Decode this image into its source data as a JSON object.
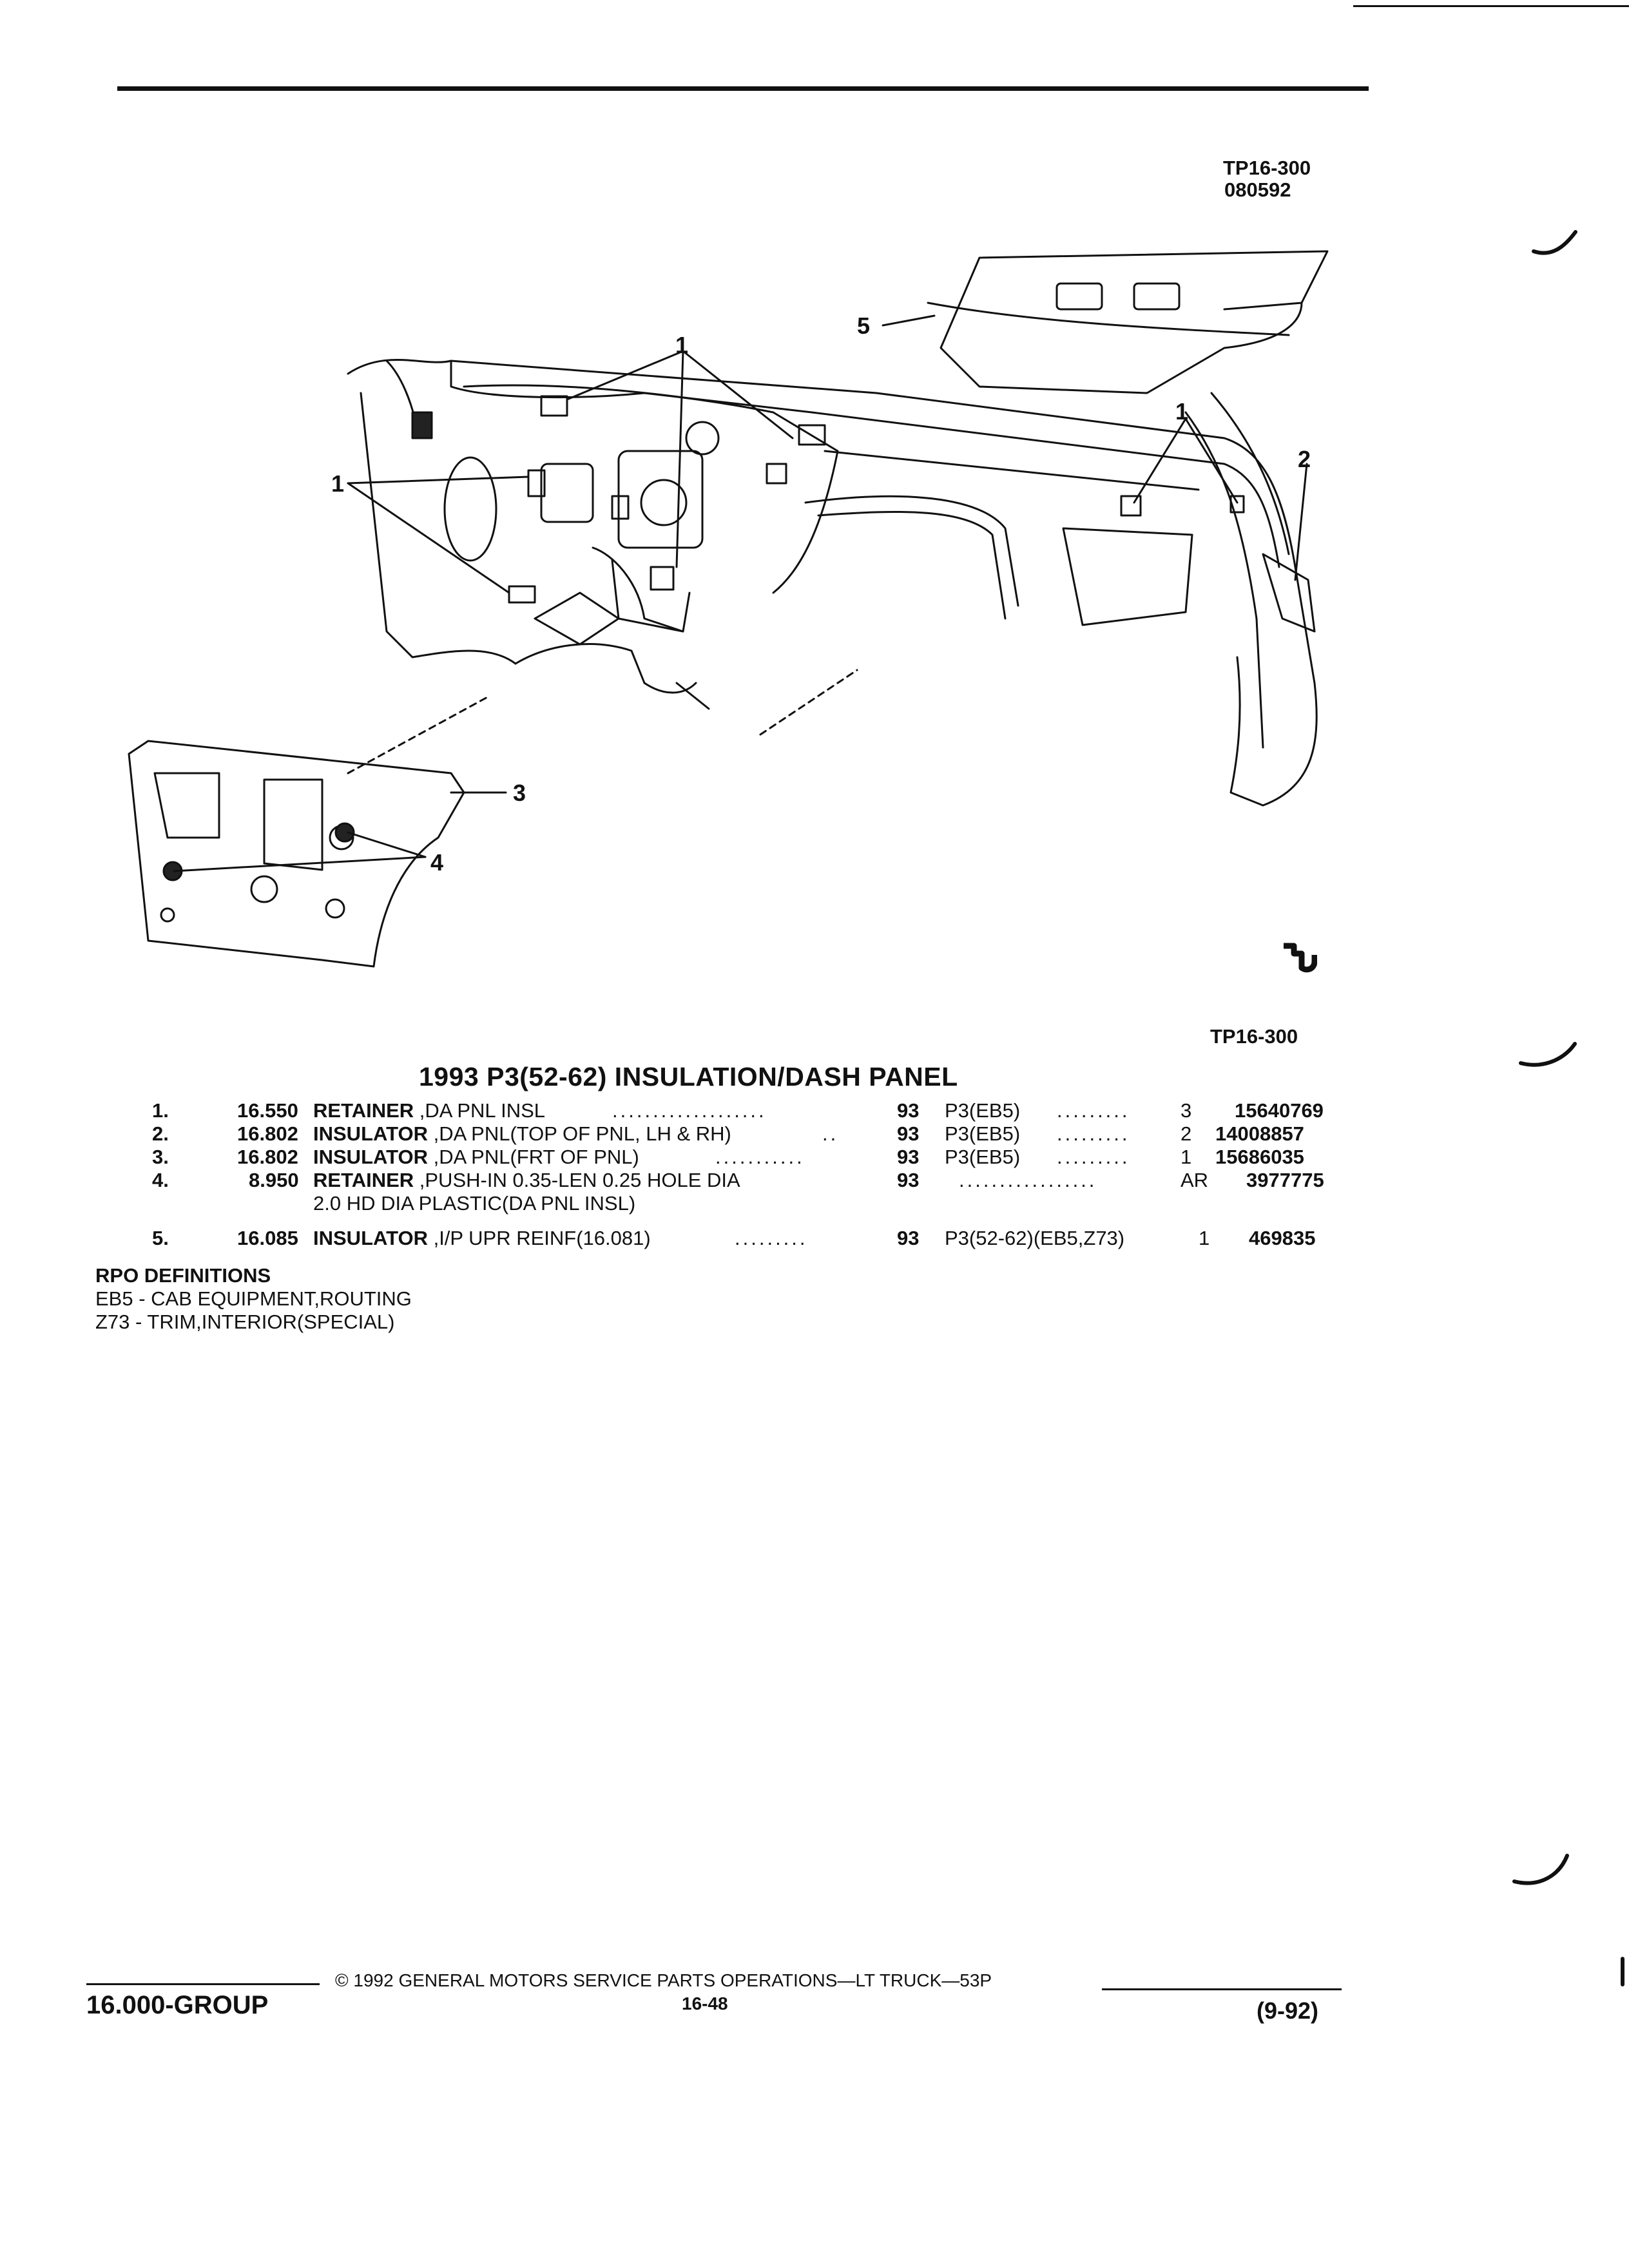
{
  "header": {
    "plate_id": "TP16-300",
    "plate_date": "080592"
  },
  "illustration": {
    "callouts": [
      "1",
      "1",
      "1",
      "2",
      "3",
      "4",
      "5"
    ],
    "plate_id_bottom": "TP16-300",
    "logo": "GM Service Parts Operations mark"
  },
  "section_title": "1993 P3(52-62) INSULATION/DASH PANEL",
  "parts": [
    {
      "index": "1.",
      "group": "16.550",
      "name": "RETAINER",
      "desc": " ,DA PNL INSL",
      "leader": "...................",
      "year": "93",
      "model": "P3(EB5)",
      "dots": ".........",
      "qty": "3",
      "part_no": "15640769"
    },
    {
      "index": "2.",
      "group": "16.802",
      "name": "INSULATOR",
      "desc": " ,DA PNL(TOP OF PNL, LH & RH)",
      "leader": "..",
      "year": "93",
      "model": "P3(EB5)",
      "dots": ".........",
      "qty": "2",
      "part_no": "14008857"
    },
    {
      "index": "3.",
      "group": "16.802",
      "name": "INSULATOR",
      "desc": " ,DA PNL(FRT OF PNL)",
      "leader": "...........",
      "year": "93",
      "model": "P3(EB5)",
      "dots": ".........",
      "qty": "1",
      "part_no": "15686035"
    },
    {
      "index": "4.",
      "group": "8.950",
      "name": "RETAINER",
      "desc": " ,PUSH-IN 0.35-LEN 0.25 HOLE DIA",
      "desc2": "2.0 HD DIA PLASTIC(DA PNL INSL)",
      "leader": "",
      "year": "93",
      "model": "",
      "dots": ".................",
      "qty": "AR",
      "part_no": "3977775"
    },
    {
      "index": "5.",
      "group": "16.085",
      "name": "INSULATOR",
      "desc": " ,I/P UPR REINF(16.081)",
      "leader": ".........",
      "year": "93",
      "model": "P3(52-62)(EB5,Z73)",
      "dots": "",
      "qty": "1",
      "part_no": "469835"
    }
  ],
  "rpo": {
    "heading": "RPO DEFINITIONS",
    "items": [
      "EB5 - CAB EQUIPMENT,ROUTING",
      "Z73 - TRIM,INTERIOR(SPECIAL)"
    ]
  },
  "footer": {
    "group": "16.000-GROUP",
    "copyright": "©  1992  GENERAL MOTORS SERVICE PARTS OPERATIONS—LT TRUCK—53P",
    "page": "16-48",
    "date": "(9-92)"
  },
  "colors": {
    "ink": "#111111",
    "paper": "#ffffff"
  }
}
